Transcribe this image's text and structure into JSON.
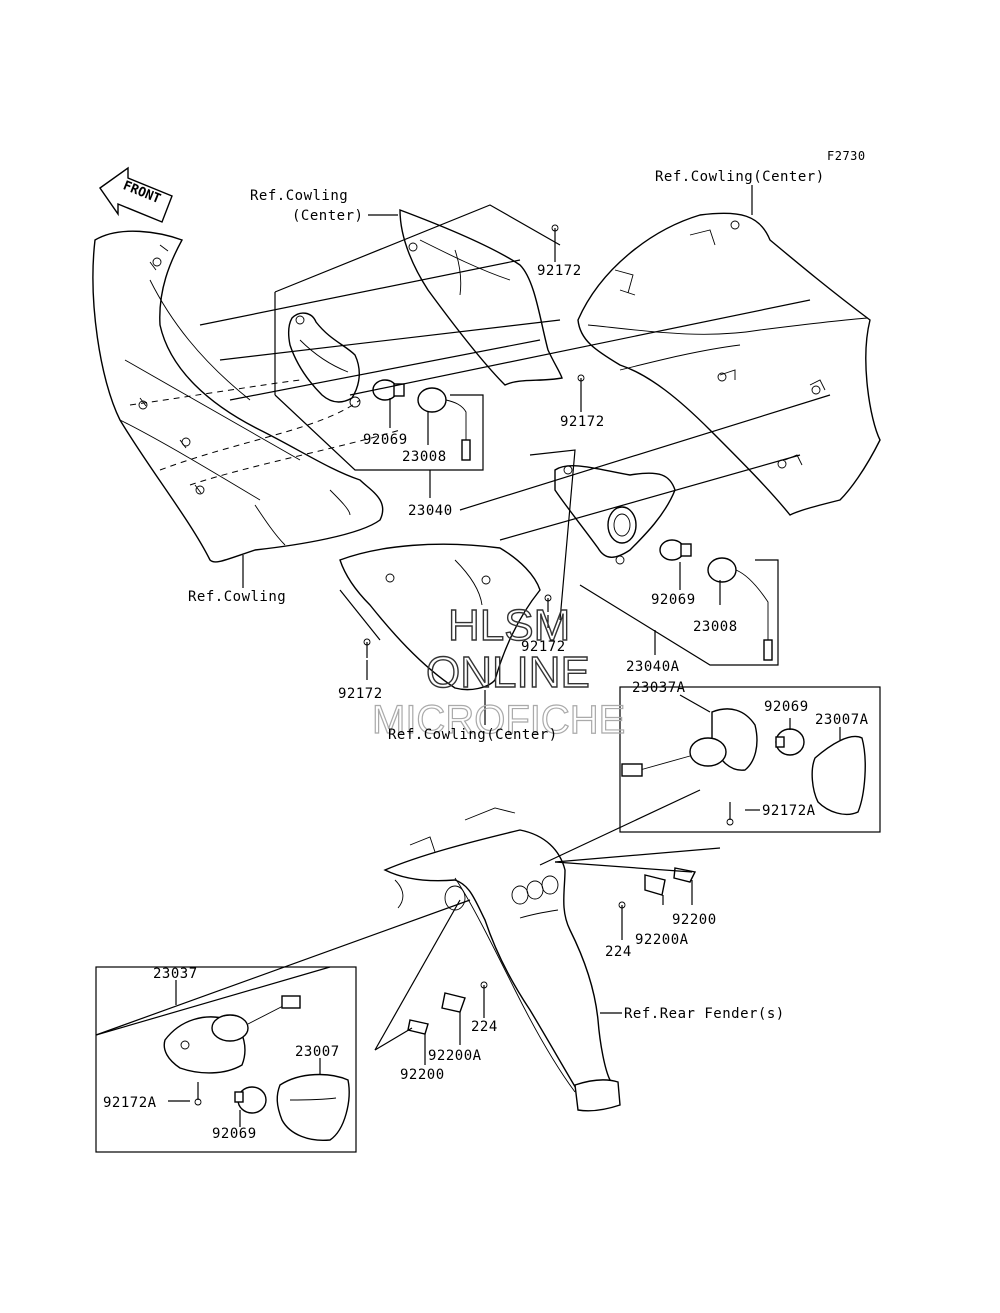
{
  "diagram": {
    "code": "F2730",
    "watermark": [
      "HLSM",
      "ONLINE",
      "MICROFICHE"
    ],
    "front_label": "FRONT",
    "labels": {
      "ref_cowling_center_top_l1": "Ref.Cowling",
      "ref_cowling_center_top_l2": "(Center)",
      "ref_cowling_center_right": "Ref.Cowling(Center)",
      "ref_cowling": "Ref.Cowling",
      "ref_cowling_center_bottom": "Ref.Cowling(Center)",
      "ref_rear_fender": "Ref.Rear Fender(s)",
      "p92172_a": "92172",
      "p92172_b": "92172",
      "p92172_c": "92172",
      "p92172_d": "92172",
      "p92069_a": "92069",
      "p23008_a": "23008",
      "p23040": "23040",
      "p92069_b": "92069",
      "p23008_b": "23008",
      "p23040A": "23040A",
      "p23037A": "23037A",
      "p92069_c": "92069",
      "p23007A": "23007A",
      "p92172A_a": "92172A",
      "p92200_a": "92200",
      "p92200A_a": "92200A",
      "p224_a": "224",
      "p23037": "23037",
      "p224_b": "224",
      "p92200A_b": "92200A",
      "p92200_b": "92200",
      "p23007": "23007",
      "p92172A_b": "92172A",
      "p92069_d": "92069"
    }
  }
}
